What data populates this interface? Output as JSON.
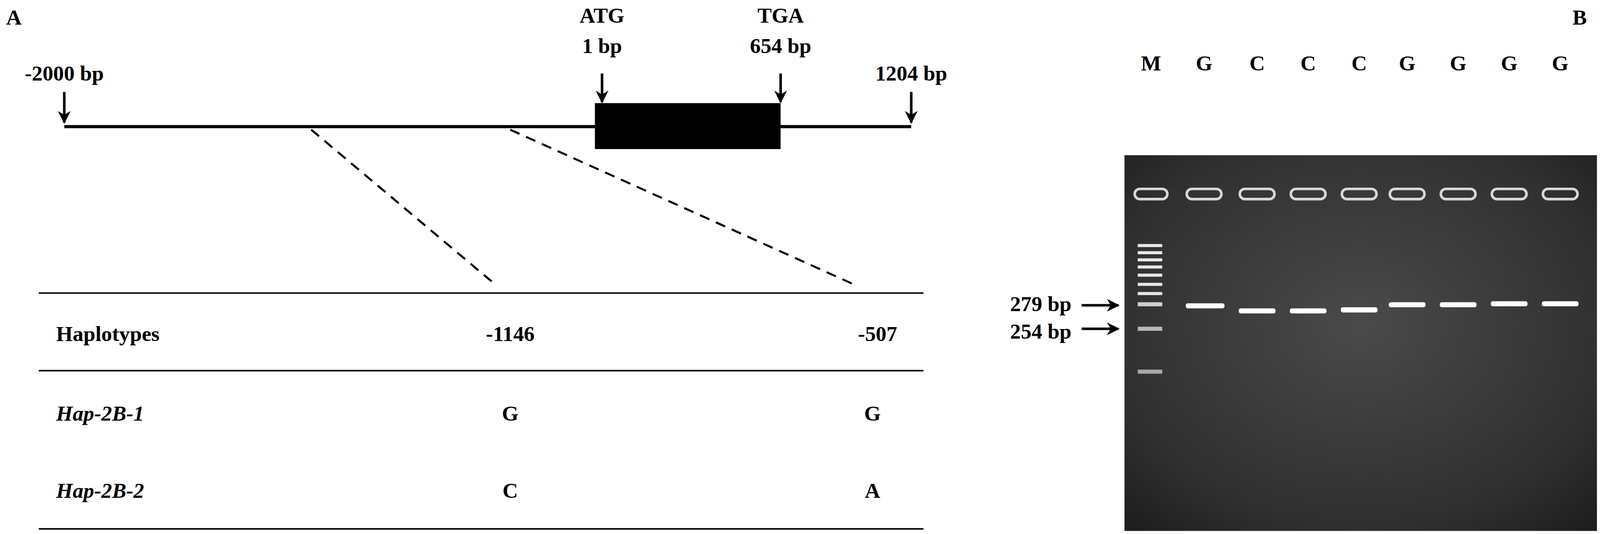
{
  "diagram": {
    "labels": [
      "A",
      "-2000 bp",
      "ATG",
      "1 bp",
      "TGA",
      "654 bp",
      "1204 bp",
      "Haplotypes",
      "-1146",
      "-507",
      "Hap-2B-1",
      "G",
      "G",
      "Hap-2B-2",
      "C",
      "A",
      "B",
      "M",
      "G",
      "C",
      "C",
      "C",
      "G",
      "G",
      "G",
      "G",
      "279 bp",
      "254 bp"
    ]
  }
}
